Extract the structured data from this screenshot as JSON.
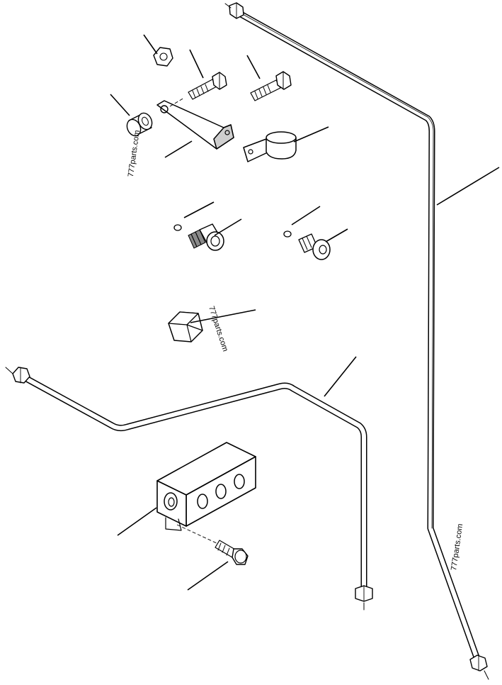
{
  "watermarks": [
    "777parts.com",
    "777parts.com",
    "777parts.com"
  ]
}
